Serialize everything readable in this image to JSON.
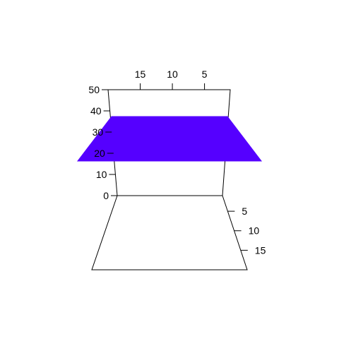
{
  "chart_data": {
    "type": "surface3d",
    "x_axis": {
      "ticks": [
        5,
        10,
        15
      ],
      "range": [
        1,
        20
      ]
    },
    "y_axis": {
      "ticks": [
        5,
        10,
        15
      ],
      "range": [
        1,
        20
      ]
    },
    "z_axis": {
      "ticks": [
        0,
        10,
        20,
        30,
        40,
        50
      ],
      "range": [
        0,
        50
      ]
    },
    "surface": {
      "z": 20,
      "color": "#5500FF"
    },
    "box": true,
    "grid": false,
    "title": "",
    "xlabel": "",
    "ylabel": "",
    "zlabel": ""
  }
}
